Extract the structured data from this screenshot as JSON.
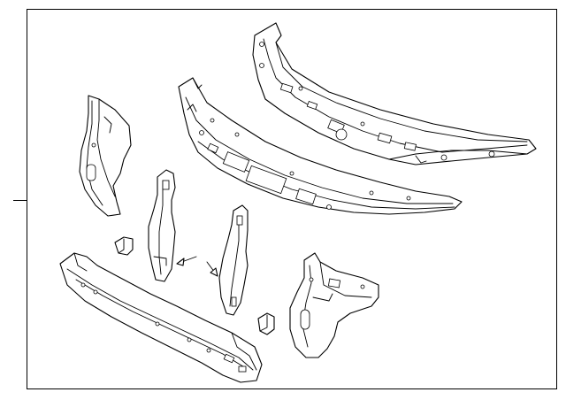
{
  "diagram": {
    "parts": [
      {
        "name": "upper-tie-bar-cover"
      },
      {
        "name": "upper-tie-bar"
      },
      {
        "name": "left-side-bracket"
      },
      {
        "name": "left-center-support"
      },
      {
        "name": "right-center-support"
      },
      {
        "name": "left-clip"
      },
      {
        "name": "right-clip"
      },
      {
        "name": "lower-tie-bar"
      },
      {
        "name": "right-side-bracket"
      }
    ],
    "arrows": 2,
    "colors": {
      "line": "#000000",
      "background": "#ffffff"
    }
  }
}
